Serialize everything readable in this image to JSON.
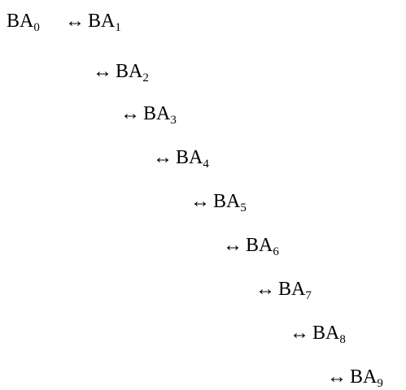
{
  "chain": {
    "start": {
      "base": "BA",
      "sub": "0"
    },
    "arrow": "↔",
    "steps": [
      {
        "base": "BA",
        "sub": "1"
      },
      {
        "base": "BA",
        "sub": "2"
      },
      {
        "base": "BA",
        "sub": "3"
      },
      {
        "base": "BA",
        "sub": "4"
      },
      {
        "base": "BA",
        "sub": "5"
      },
      {
        "base": "BA",
        "sub": "6"
      },
      {
        "base": "BA",
        "sub": "7"
      },
      {
        "base": "BA",
        "sub": "8"
      },
      {
        "base": "BA",
        "sub": "9"
      }
    ]
  }
}
